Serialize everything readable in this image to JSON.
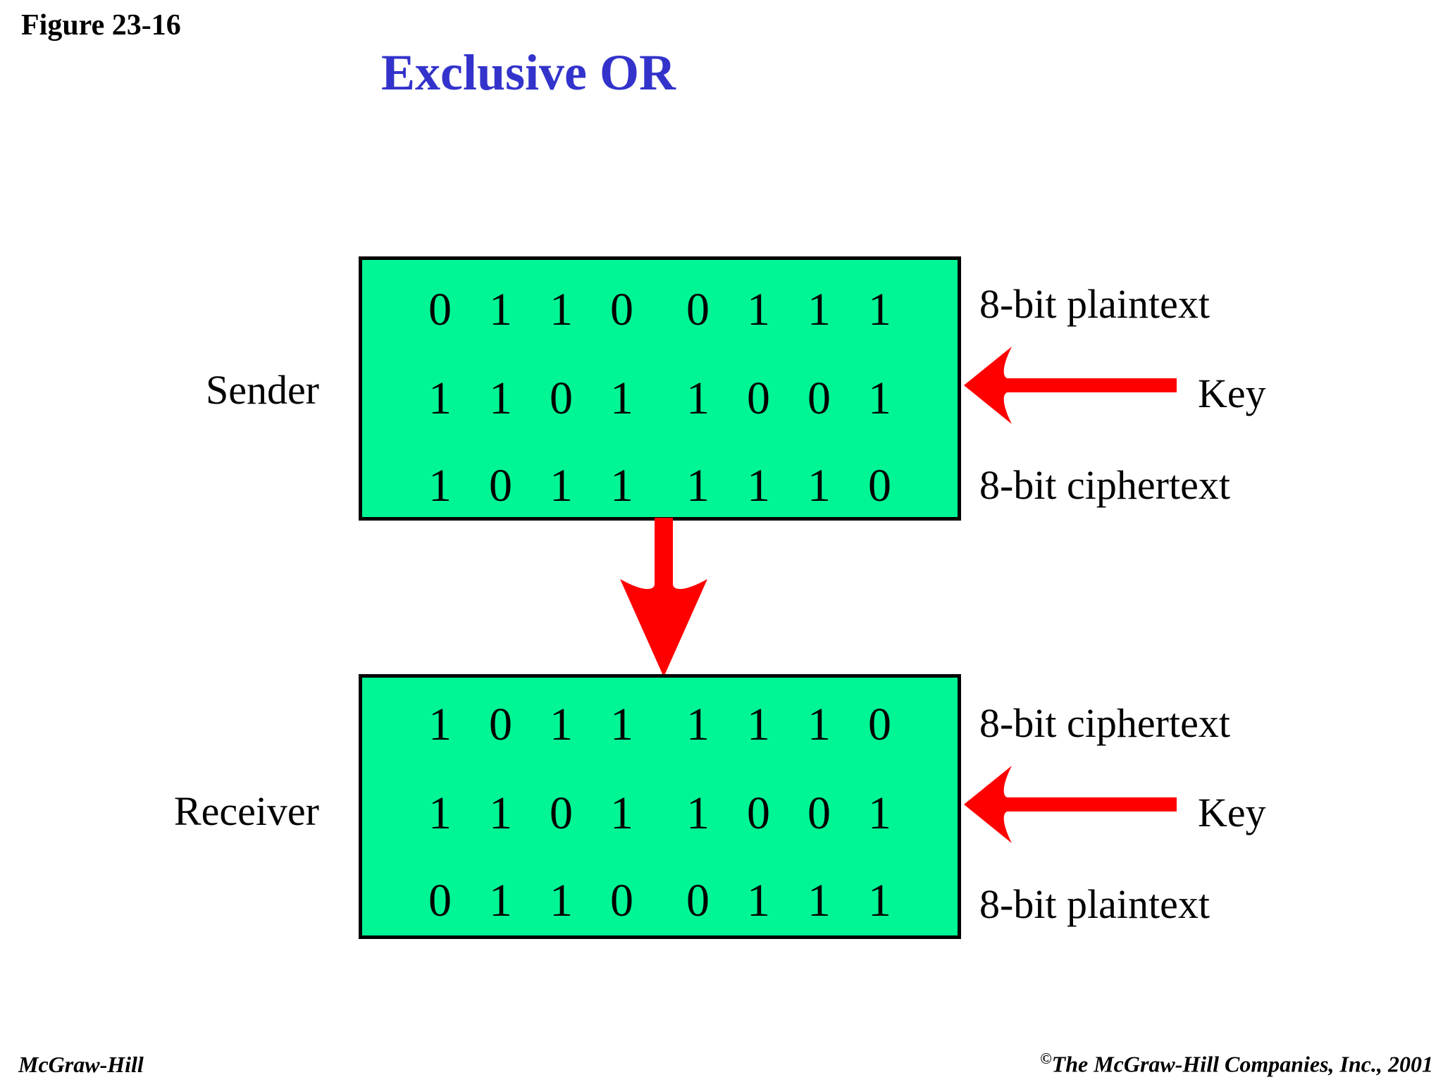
{
  "figure": {
    "label": "Figure 23-16"
  },
  "title": "Exclusive OR",
  "colors": {
    "title_blue": "#3333cc",
    "box_green": "#00f595",
    "arrow_red": "#ff0000",
    "border_black": "#000000",
    "background": "#ffffff",
    "text_black": "#000000"
  },
  "diagram": {
    "sender": {
      "role_label": "Sender",
      "rows": [
        {
          "name": "plaintext",
          "bits": [
            "0",
            "1",
            "1",
            "0",
            "0",
            "1",
            "1",
            "1"
          ],
          "annotation": "8-bit plaintext"
        },
        {
          "name": "key",
          "bits": [
            "1",
            "1",
            "0",
            "1",
            "1",
            "0",
            "0",
            "1"
          ],
          "annotation": "Key"
        },
        {
          "name": "ciphertext",
          "bits": [
            "1",
            "0",
            "1",
            "1",
            "1",
            "1",
            "1",
            "0"
          ],
          "annotation": "8-bit ciphertext"
        }
      ],
      "key_arrow": "left-arrow-icon"
    },
    "receiver": {
      "role_label": "Receiver",
      "rows": [
        {
          "name": "ciphertext",
          "bits": [
            "1",
            "0",
            "1",
            "1",
            "1",
            "1",
            "1",
            "0"
          ],
          "annotation": "8-bit ciphertext"
        },
        {
          "name": "key",
          "bits": [
            "1",
            "1",
            "0",
            "1",
            "1",
            "0",
            "0",
            "1"
          ],
          "annotation": "Key"
        },
        {
          "name": "plaintext",
          "bits": [
            "0",
            "1",
            "1",
            "0",
            "0",
            "1",
            "1",
            "1"
          ],
          "annotation": "8-bit plaintext"
        }
      ],
      "key_arrow": "left-arrow-icon"
    },
    "flow_arrow": "down-arrow-icon"
  },
  "footer": {
    "left": "McGraw-Hill",
    "copyright_symbol": "©",
    "right": "The McGraw-Hill Companies, Inc., 2001"
  }
}
